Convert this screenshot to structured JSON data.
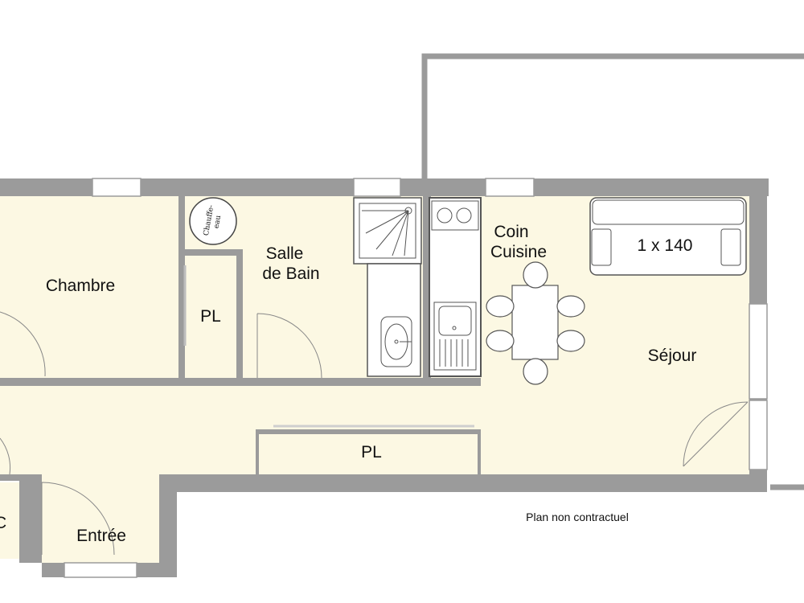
{
  "colors": {
    "floor": "#fcf8e3",
    "wall": "#9b9b9b",
    "line": "#555555",
    "fixture": "#ffffff"
  },
  "labels": {
    "chambre": "Chambre",
    "pl_bedroom": "PL",
    "salle_line1": "Salle",
    "salle_line2": "de Bain",
    "chauffe_line1": "Chauffe-",
    "chauffe_line2": "eau",
    "cuisine_line1": "Coin",
    "cuisine_line2": "Cuisine",
    "sofa": "1 x 140",
    "sejour": "Séjour",
    "pl_corridor": "PL",
    "wc_fragment": "C",
    "entree": "Entrée",
    "disclaimer": "Plan non contractuel"
  }
}
